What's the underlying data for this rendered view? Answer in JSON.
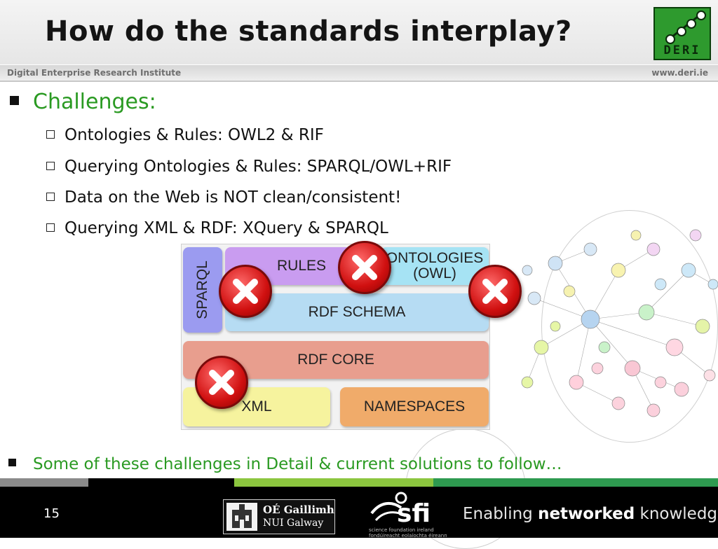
{
  "header": {
    "title": "How do the standards interplay?",
    "institute": "Digital Enterprise Research Institute",
    "site": "www.deri.ie",
    "logo_text": "DERI"
  },
  "content": {
    "main_bullet": "Challenges:",
    "sub_bullets": [
      "Ontologies & Rules: OWL2 & RIF",
      "Querying Ontologies & Rules: SPARQL/OWL+RIF",
      "Data on the Web is NOT clean/consistent!",
      "Querying XML & RDF: XQuery & SPARQL"
    ],
    "footer_bullet": "Some of these challenges in Detail & current solutions to follow…"
  },
  "diagram": {
    "sparql": "SPARQL",
    "rules": "RULES",
    "ontologies_line1": "ONTOLOGIES",
    "ontologies_line2": "(OWL)",
    "rdf_schema": "RDF SCHEMA",
    "rdf_core": "RDF CORE",
    "xml": "XML",
    "namespaces": "NAMESPACES"
  },
  "footer": {
    "page_number": "15",
    "galway_line1": "OÉ Gaillimh",
    "galway_line2": "NUI Galway",
    "sfi_text": "sfi",
    "sfi_small1": "science foundation ireland",
    "sfi_small2": "fondúireacht eolaíochta éireann",
    "tagline_pre": "Enabling ",
    "tagline_bold": "networked",
    "tagline_post": " knowledge."
  },
  "colors": {
    "accent_green": "#2a9a22",
    "stripe_gray": "#8a8a8a",
    "stripe_black": "#000000",
    "stripe_lime": "#8cc63f",
    "stripe_green": "#2e9a50"
  }
}
